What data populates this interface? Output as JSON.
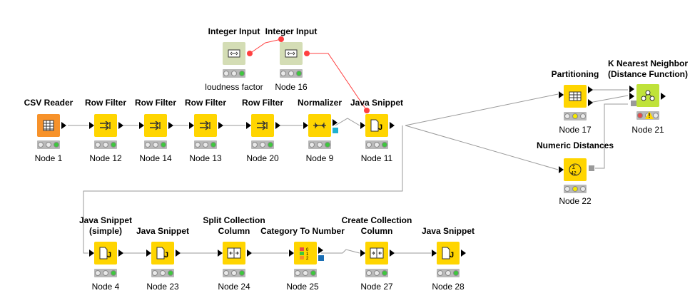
{
  "colors": {
    "reader": "#f7922a",
    "manipulator": "#ffd500",
    "config": "#d4ddb5",
    "learner": "#bfe23a",
    "status_bg": "#b9b9b9",
    "wire": "#9a9a9a",
    "flow_var_wire": "#ff4040"
  },
  "nodes": {
    "csv_reader": {
      "title": "CSV Reader",
      "label": "Node 1",
      "icon": "table-icon"
    },
    "row_filter_12": {
      "title": "Row Filter",
      "label": "Node 12",
      "icon": "filter-icon"
    },
    "row_filter_14": {
      "title": "Row Filter",
      "label": "Node 14",
      "icon": "filter-icon"
    },
    "row_filter_13": {
      "title": "Row Filter",
      "label": "Node 13",
      "icon": "filter-icon"
    },
    "row_filter_20": {
      "title": "Row Filter",
      "label": "Node 20",
      "icon": "filter-icon"
    },
    "normalizer": {
      "title": "Normalizer",
      "label": "Node 9",
      "icon": "normalize-icon"
    },
    "java_snippet_11": {
      "title": "Java Snippet",
      "label": "Node 11",
      "icon": "java-icon"
    },
    "integer_input_loudness": {
      "title": "Integer Input",
      "label": "loudness factor",
      "icon": "input-widget-icon"
    },
    "integer_input_16": {
      "title": "Integer Input",
      "label": "Node 16",
      "icon": "input-widget-icon"
    },
    "partitioning": {
      "title": "Partitioning",
      "label": "Node 17",
      "icon": "partition-icon"
    },
    "numeric_distances": {
      "title": "Numeric Distances",
      "label": "Node 22",
      "icon": "distance-icon"
    },
    "knn": {
      "title_line1": "K Nearest Neighbor",
      "title_line2": "(Distance Function)",
      "label": "Node 21",
      "icon": "knn-icon"
    },
    "java_snippet_simple": {
      "title_line1": "Java Snippet",
      "title_line2": "(simple)",
      "label": "Node 4",
      "icon": "java-icon"
    },
    "java_snippet_23": {
      "title": "Java Snippet",
      "label": "Node 23",
      "icon": "java-icon"
    },
    "split_collection": {
      "title_line1": "Split Collection",
      "title_line2": "Column",
      "label": "Node 24",
      "icon": "split-icon"
    },
    "category_to_number": {
      "title": "Category To Number",
      "label": "Node 25",
      "icon": "category-number-icon"
    },
    "create_collection": {
      "title_line1": "Create Collection",
      "title_line2": "Column",
      "label": "Node 27",
      "icon": "collection-icon"
    },
    "java_snippet_28": {
      "title": "Java Snippet",
      "label": "Node 28",
      "icon": "java-icon"
    }
  },
  "icon_glyphs": {
    "java": "J",
    "distance_top": "Σ",
    "distance_bottom": "42",
    "category_top": "0",
    "category_mid": "1",
    "category_bot": "2"
  }
}
